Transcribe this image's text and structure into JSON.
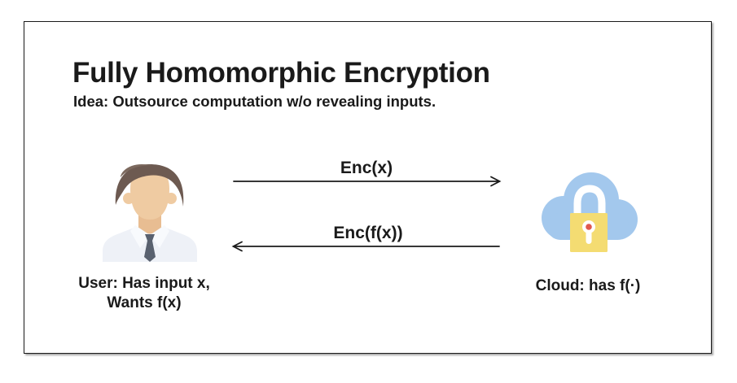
{
  "title": "Fully Homomorphic Encryption",
  "subtitle": "Idea: Outsource computation w/o revealing inputs.",
  "diagram": {
    "top_arrow": {
      "label": "Enc(x)",
      "direction": "right"
    },
    "bottom_arrow": {
      "label": "Enc(f(x))",
      "direction": "left"
    },
    "user_caption_line1": "User: Has input x,",
    "user_caption_line2": "Wants f(x)",
    "cloud_caption": "Cloud: has f(·)"
  },
  "colors": {
    "text": "#1a1a1a",
    "frame_border": "#1a1a1a",
    "cloud_blue": "#a3c8ed",
    "lock_yellow": "#f4dc72",
    "lock_keyhole_white": "#ffffff",
    "lock_dot_red": "#e0584e",
    "hair_brown": "#6d5a51",
    "hair_highlight": "#7c695e",
    "skin_tan": "#efcba2",
    "neck_shadow": "#ddab80",
    "shirt_white": "#eef1f7",
    "collar_white": "#f8fafd",
    "tie_slate": "#59616f"
  }
}
